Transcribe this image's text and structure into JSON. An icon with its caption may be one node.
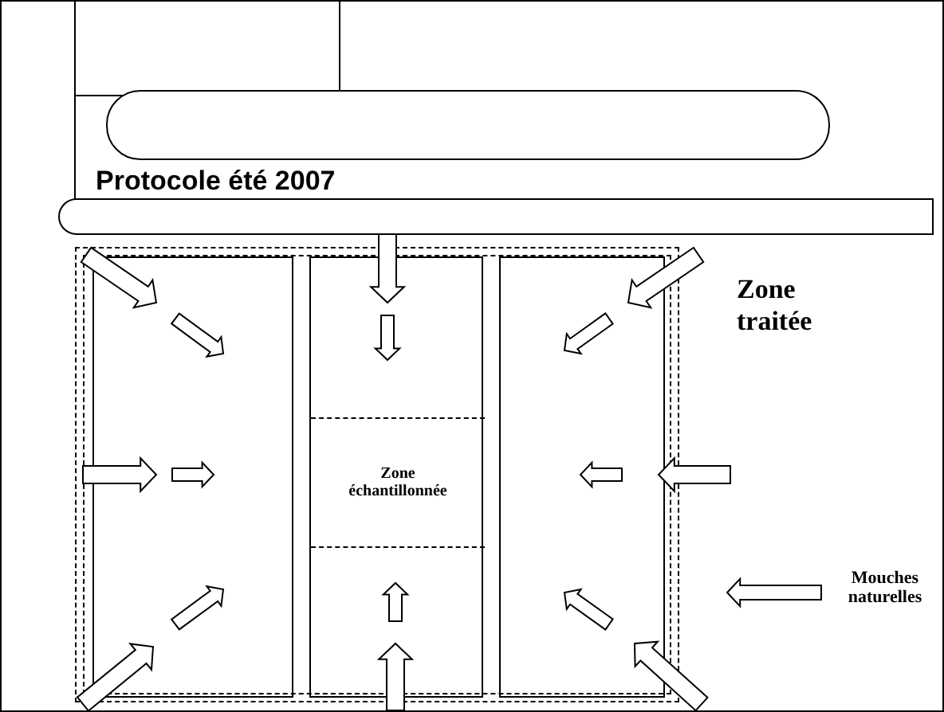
{
  "diagram": {
    "title": "Protocole été 2007",
    "nodes": [
      {
        "text": [],
        "shape": "box"
      },
      {
        "text": [],
        "shape": "box",
        "in": 0
      },
      {
        "text": [],
        "shape": "box",
        "in": 0
      },
      {
        "text": [],
        "shape": "box",
        "in": 0
      },
      {
        "text": [
          "Zone échantillonnée"
        ],
        "in": 2
      }
    ],
    "labels": [
      "Zone traitée",
      "Mouches naturelles"
    ]
  }
}
